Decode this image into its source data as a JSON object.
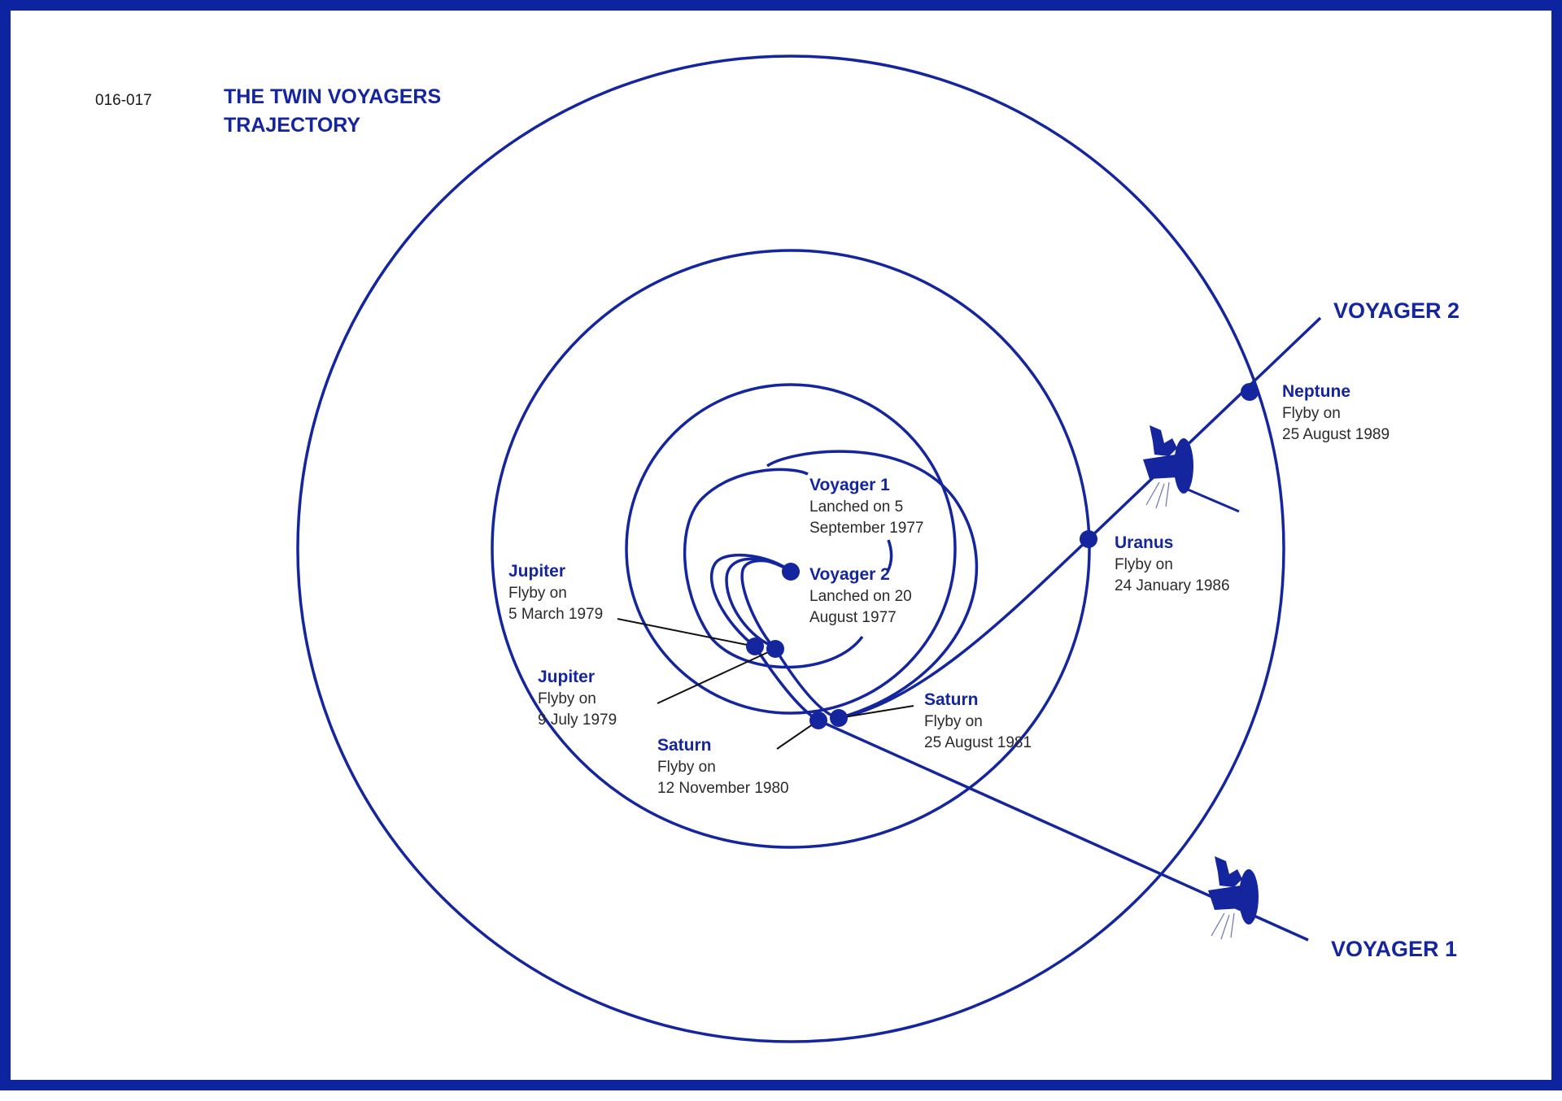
{
  "doc_code": "016-017",
  "title": {
    "line1": "THE TWIN VOYAGERS",
    "line2": "TRAJECTORY"
  },
  "colors": {
    "primary": "#14259e",
    "frame": "#0d24a0",
    "leader": "#111111",
    "text": "#2a2a2a"
  },
  "labels": {
    "voyager1_launch": {
      "name": "Voyager 1",
      "line1": "Lanched on 5",
      "line2": "September 1977"
    },
    "voyager2_launch": {
      "name": "Voyager 2",
      "line1": "Lanched on 20",
      "line2": "August 1977"
    },
    "jupiter_1": {
      "name": "Jupiter",
      "line1": "Flyby on",
      "line2": "5 March 1979"
    },
    "jupiter_2": {
      "name": "Jupiter",
      "line1": "Flyby on",
      "line2": "9 July 1979"
    },
    "saturn_1": {
      "name": "Saturn",
      "line1": "Flyby on",
      "line2": "12 November 1980"
    },
    "saturn_2": {
      "name": "Saturn",
      "line1": "Flyby on",
      "line2": "25 August 1981"
    },
    "uranus": {
      "name": "Uranus",
      "line1": "Flyby on",
      "line2": "24 January 1986"
    },
    "neptune": {
      "name": "Neptune",
      "line1": "Flyby on",
      "line2": "25 August 1989"
    },
    "voyager2_end": "VOYAGER 2",
    "voyager1_end": "VOYAGER 1"
  },
  "icons": [
    "spacecraft-icon",
    "spacecraft-icon"
  ]
}
